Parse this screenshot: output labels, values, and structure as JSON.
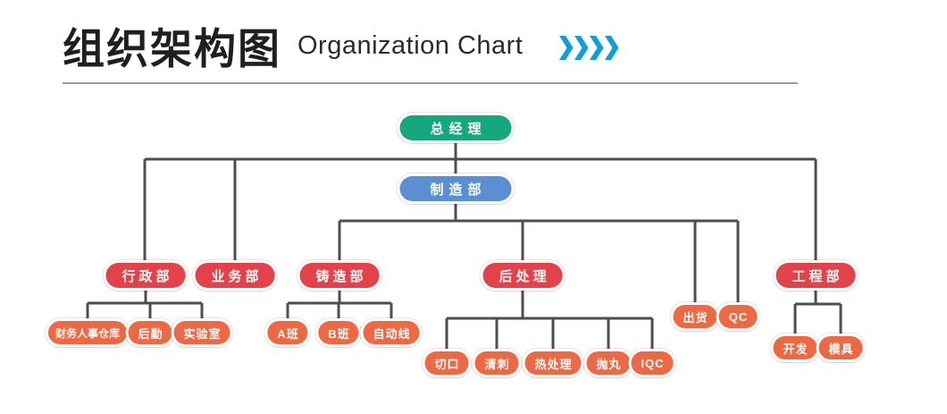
{
  "header": {
    "title_zh": "组织架构图",
    "title_en": "Organization Chart",
    "chevron_count": 4,
    "chevron_color": "#0d9fdc",
    "rule_color": "#9a9a9a"
  },
  "colors": {
    "root": "#14a87c",
    "manufacturing": "#5a90d3",
    "department": "#e5414b",
    "team": "#ee6943",
    "connector": "#4e4e4e",
    "pill_text": "#ffffff",
    "title_text": "#221e1e"
  },
  "nodes": [
    {
      "id": "general-manager",
      "label": "总经理",
      "role": "root"
    },
    {
      "id": "manufacturing-dept",
      "label": "制造部",
      "role": "manufacturing"
    },
    {
      "id": "admin-dept",
      "label": "行政部",
      "role": "department"
    },
    {
      "id": "business-dept",
      "label": "业务部",
      "role": "department"
    },
    {
      "id": "casting-dept",
      "label": "铸造部",
      "role": "department"
    },
    {
      "id": "post-processing-dept",
      "label": "后处理",
      "role": "department"
    },
    {
      "id": "shipping",
      "label": "出货",
      "role": "team"
    },
    {
      "id": "qc",
      "label": "QC",
      "role": "team"
    },
    {
      "id": "engineering-dept",
      "label": "工程部",
      "role": "department"
    },
    {
      "id": "finance-hr-warehouse",
      "label": "财务人事仓库",
      "role": "team"
    },
    {
      "id": "logistics",
      "label": "后勤",
      "role": "team"
    },
    {
      "id": "laboratory",
      "label": "实验室",
      "role": "team"
    },
    {
      "id": "class-a",
      "label": "A班",
      "role": "team"
    },
    {
      "id": "class-b",
      "label": "B班",
      "role": "team"
    },
    {
      "id": "automatic-line",
      "label": "自动线",
      "role": "team"
    },
    {
      "id": "cutting",
      "label": "切口",
      "role": "team"
    },
    {
      "id": "deburring",
      "label": "清刺",
      "role": "team"
    },
    {
      "id": "heat-treatment",
      "label": "热处理",
      "role": "team"
    },
    {
      "id": "shot-blasting",
      "label": "抛丸",
      "role": "team"
    },
    {
      "id": "iqc",
      "label": "IQC",
      "role": "team"
    },
    {
      "id": "development",
      "label": "开发",
      "role": "team"
    },
    {
      "id": "mold",
      "label": "模具",
      "role": "team"
    }
  ],
  "hierarchy": {
    "总经理": [
      "行政部",
      "业务部",
      "制造部",
      "工程部"
    ],
    "制造部": [
      "铸造部",
      "后处理",
      "出货",
      "QC"
    ],
    "行政部": [
      "财务人事仓库",
      "后勤",
      "实验室"
    ],
    "铸造部": [
      "A班",
      "B班",
      "自动线"
    ],
    "后处理": [
      "切口",
      "清刺",
      "热处理",
      "抛丸",
      "IQC"
    ],
    "工程部": [
      "开发",
      "模具"
    ]
  }
}
